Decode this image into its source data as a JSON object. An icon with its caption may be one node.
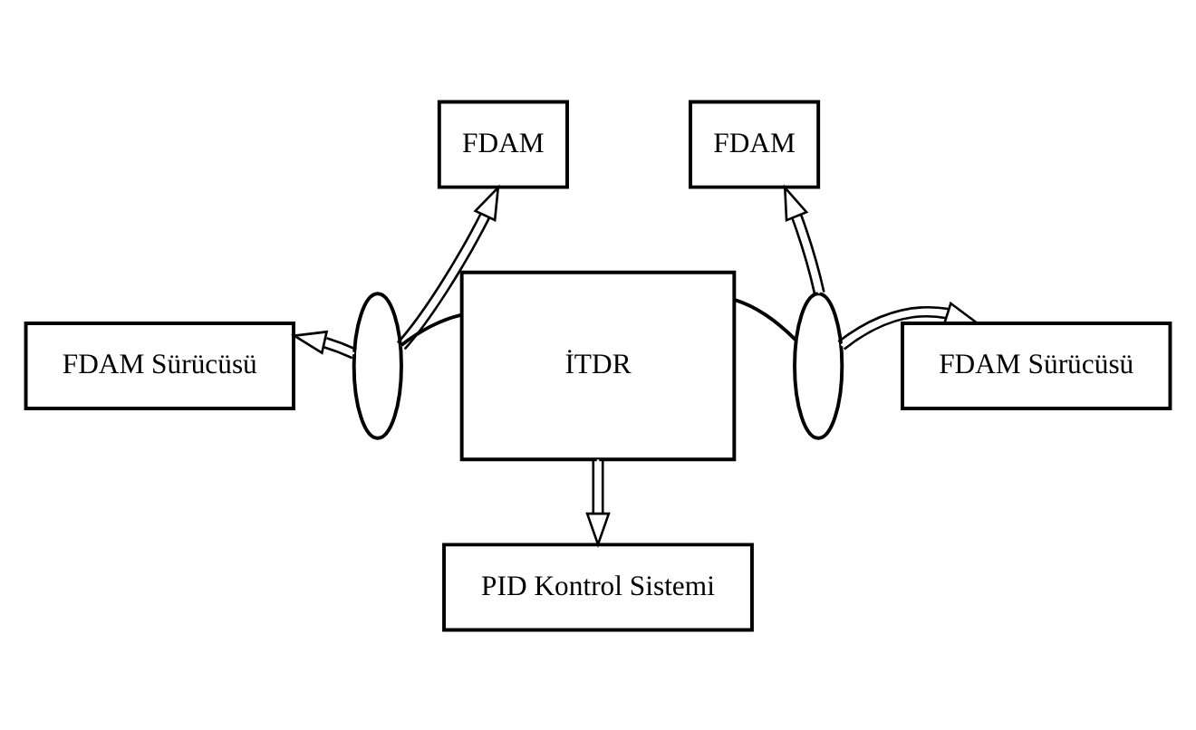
{
  "diagram": {
    "nodes": [
      {
        "text": [
          "FDAM"
        ]
      },
      {
        "text": [
          "FDAM"
        ]
      },
      {
        "text": [
          "FDAM Sürücüsü"
        ]
      },
      {
        "text": [],
        "shape": "ellipse"
      },
      {
        "text": [
          "İTDR"
        ]
      },
      {
        "text": [],
        "shape": "ellipse"
      },
      {
        "text": [
          "FDAM Sürücüsü"
        ]
      },
      {
        "text": [
          "PID Kontrol Sistemi"
        ]
      }
    ],
    "edges": [
      {
        "from": 3,
        "to": 0,
        "arrow": "to"
      },
      {
        "from": 5,
        "to": 1,
        "arrow": "to"
      },
      {
        "from": 3,
        "to": 2,
        "arrow": "to"
      },
      {
        "from": 3,
        "to": 4,
        "arrow": "none"
      },
      {
        "from": 4,
        "to": 5,
        "arrow": "none"
      },
      {
        "from": 5,
        "to": 6,
        "arrow": "to"
      },
      {
        "from": 4,
        "to": 7,
        "arrow": "to"
      }
    ]
  }
}
